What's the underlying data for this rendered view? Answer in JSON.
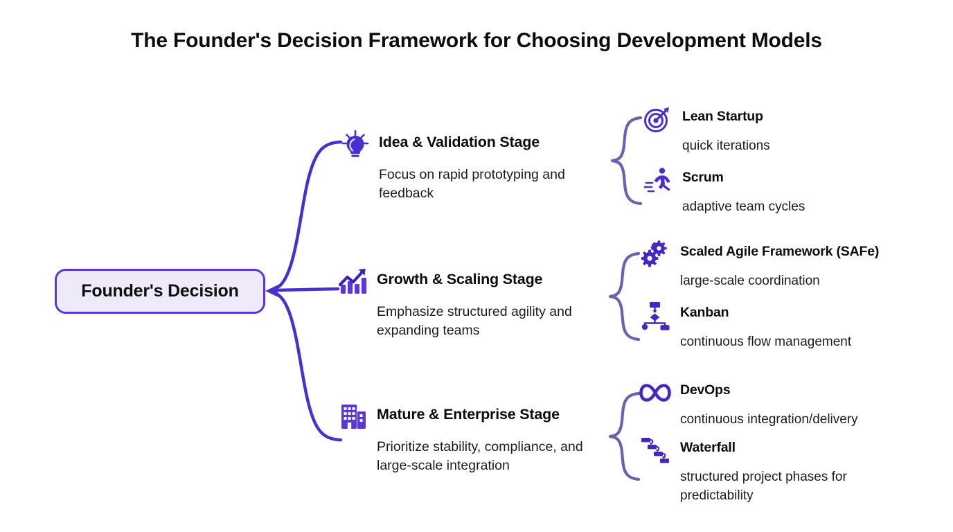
{
  "title": "The Founder's Decision Framework for Choosing Development Models",
  "colors": {
    "primary_purple": "#4a2fd0",
    "node_border": "#5b38d6",
    "node_fill": "#eeeaf9",
    "brace_purple": "#6f5fb0",
    "text_dark": "#0d0d0d",
    "background": "#ffffff"
  },
  "root": {
    "label": "Founder's Decision"
  },
  "branches": [
    {
      "id": "idea-validation",
      "icon": "lightbulb-icon",
      "title": "Idea & Validation Stage",
      "description": "Focus on rapid prototyping and feedback",
      "leaves": [
        {
          "id": "lean-startup",
          "icon": "target-icon",
          "title": "Lean Startup",
          "description": "quick iterations"
        },
        {
          "id": "scrum",
          "icon": "runner-icon",
          "title": "Scrum",
          "description": "adaptive team cycles"
        }
      ]
    },
    {
      "id": "growth-scaling",
      "icon": "growth-chart-icon",
      "title": "Growth & Scaling Stage",
      "description": "Emphasize structured agility and expanding teams",
      "leaves": [
        {
          "id": "safe",
          "icon": "gears-icon",
          "title": "Scaled Agile Framework (SAFe)",
          "description": "large-scale coordination"
        },
        {
          "id": "kanban",
          "icon": "flowchart-icon",
          "title": "Kanban",
          "description": "continuous flow management"
        }
      ]
    },
    {
      "id": "mature-enterprise",
      "icon": "buildings-icon",
      "title": "Mature & Enterprise Stage",
      "description": "Prioritize stability, compliance, and large-scale integration",
      "leaves": [
        {
          "id": "devops",
          "icon": "infinity-icon",
          "title": "DevOps",
          "description": "continuous integration/delivery"
        },
        {
          "id": "waterfall",
          "icon": "cascade-steps-icon",
          "title": "Waterfall",
          "description": "structured project phases for predictability"
        }
      ]
    }
  ]
}
